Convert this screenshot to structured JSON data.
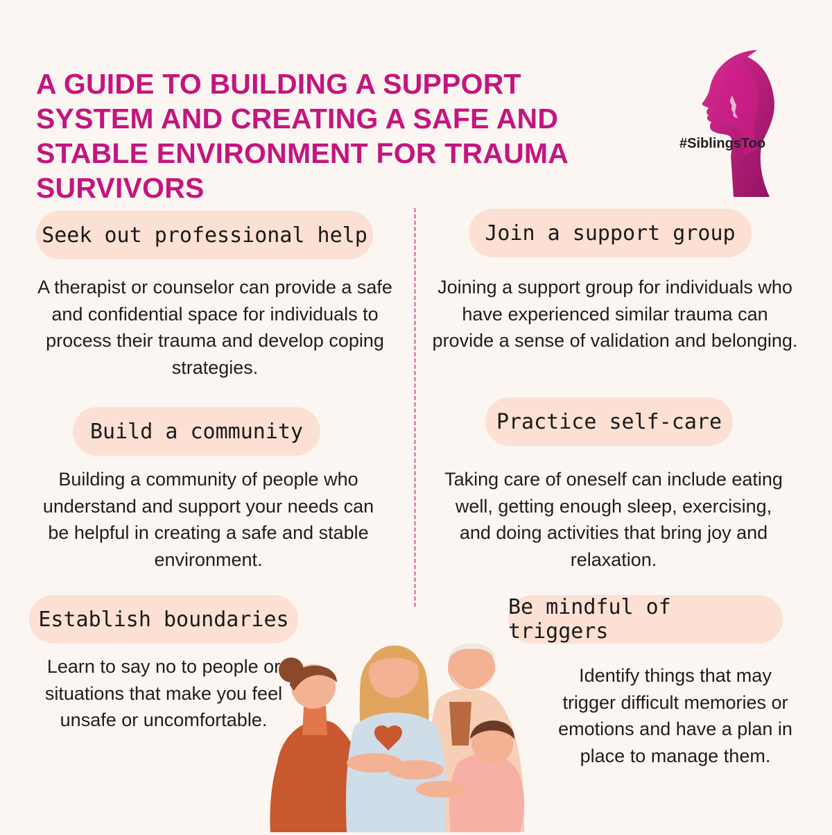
{
  "header": {
    "title": "A guide to building a support system and creating a safe and stable environment for trauma survivors"
  },
  "logo": {
    "hashtag": "#SiblingsToo",
    "icon": "face-profiles-logo",
    "color": "#c4157f"
  },
  "colors": {
    "background": "#fbf6f2",
    "accent": "#c4157f",
    "pill": "#fbe0d3",
    "divider": "#d98fb5"
  },
  "tips": [
    {
      "heading": "Seek out professional help",
      "text": "A therapist or counselor can provide a safe and confidential space for individuals to process their trauma and develop coping strategies."
    },
    {
      "heading": "Join a support group",
      "text": "Joining a support group for individuals who have experienced similar trauma can provide a sense of validation and belonging."
    },
    {
      "heading": "Build a community",
      "text": "Building a community of people who understand and support your needs can be helpful in creating a safe and stable environment."
    },
    {
      "heading": "Practice self-care",
      "text": "Taking care of oneself can include eating well, getting enough sleep, exercising, and doing activities that bring joy and relaxation."
    },
    {
      "heading": "Establish boundaries",
      "text": "Learn to say no to people or situations that make you feel unsafe or uncomfortable."
    },
    {
      "heading": "Be mindful of triggers",
      "text": "Identify things that may trigger difficult memories or emotions and have a plan in place to manage them."
    }
  ],
  "illustration": {
    "icon": "family-group-hug-illustration"
  }
}
